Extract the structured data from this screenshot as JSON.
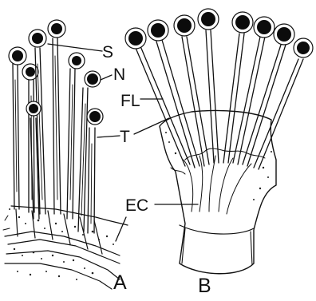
{
  "figure": {
    "labels": {
      "s": "S",
      "n": "N",
      "fl": "FL",
      "t": "T",
      "ec": "EC",
      "a": "A",
      "b": "B"
    }
  }
}
